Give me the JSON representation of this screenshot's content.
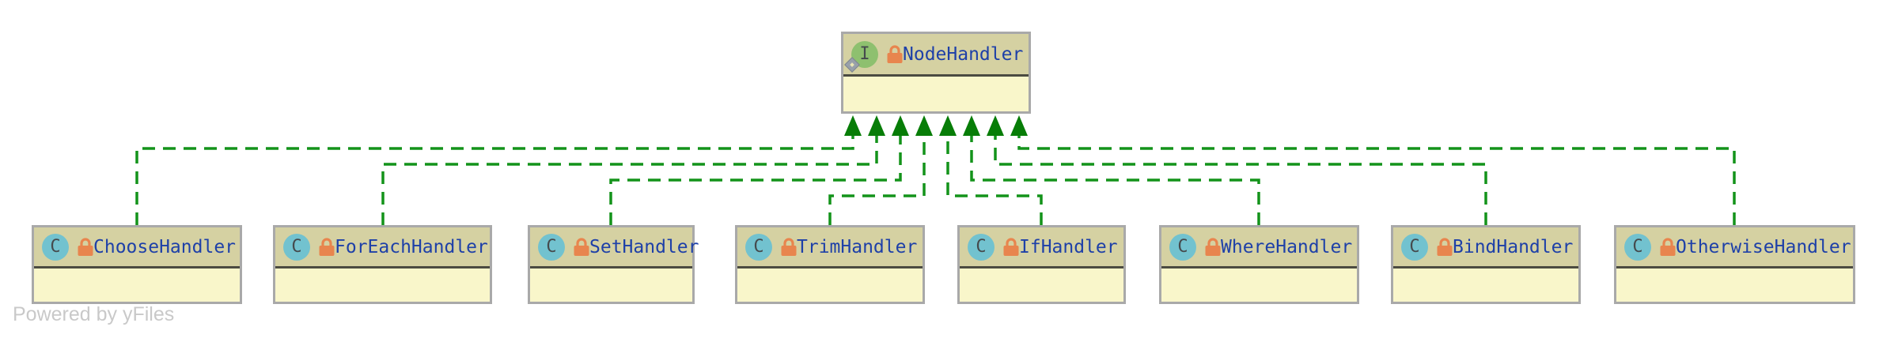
{
  "diagram": {
    "watermark": "Powered by yFiles",
    "parent": {
      "name": "NodeHandler",
      "stereotype": "interface",
      "badge_letter": "I",
      "locked": true
    },
    "children": [
      {
        "name": "ChooseHandler",
        "stereotype": "class",
        "badge_letter": "C",
        "locked": true
      },
      {
        "name": "ForEachHandler",
        "stereotype": "class",
        "badge_letter": "C",
        "locked": true
      },
      {
        "name": "SetHandler",
        "stereotype": "class",
        "badge_letter": "C",
        "locked": true
      },
      {
        "name": "TrimHandler",
        "stereotype": "class",
        "badge_letter": "C",
        "locked": true
      },
      {
        "name": "IfHandler",
        "stereotype": "class",
        "badge_letter": "C",
        "locked": true
      },
      {
        "name": "WhereHandler",
        "stereotype": "class",
        "badge_letter": "C",
        "locked": true
      },
      {
        "name": "BindHandler",
        "stereotype": "class",
        "badge_letter": "C",
        "locked": true
      },
      {
        "name": "OtherwiseHandler",
        "stereotype": "class",
        "badge_letter": "C",
        "locked": true
      }
    ],
    "relations": [
      {
        "from": "ChooseHandler",
        "to": "NodeHandler",
        "type": "realization"
      },
      {
        "from": "ForEachHandler",
        "to": "NodeHandler",
        "type": "realization"
      },
      {
        "from": "SetHandler",
        "to": "NodeHandler",
        "type": "realization"
      },
      {
        "from": "TrimHandler",
        "to": "NodeHandler",
        "type": "realization"
      },
      {
        "from": "IfHandler",
        "to": "NodeHandler",
        "type": "realization"
      },
      {
        "from": "WhereHandler",
        "to": "NodeHandler",
        "type": "realization"
      },
      {
        "from": "BindHandler",
        "to": "NodeHandler",
        "type": "realization"
      },
      {
        "from": "OtherwiseHandler",
        "to": "NodeHandler",
        "type": "realization"
      }
    ],
    "colors": {
      "node_header": "#d5d1a2",
      "node_body": "#f9f6ca",
      "node_border": "#a9a9a9",
      "separator": "#4b4b41",
      "title_text": "#1e40a8",
      "edge_green": "#13931a",
      "arrow_green": "#077d07",
      "class_badge": "#72c2cf",
      "interface_badge": "#8ec06f",
      "lock_orange": "#e8854e",
      "watermark_gray": "#c9c9c9"
    }
  }
}
